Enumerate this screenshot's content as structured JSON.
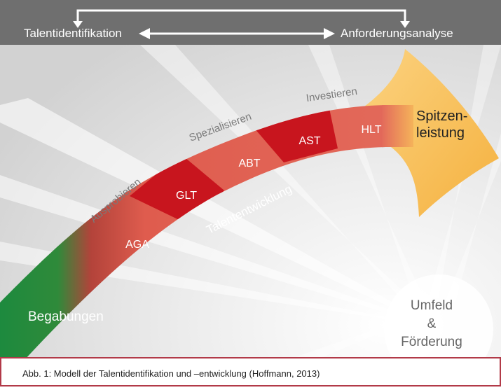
{
  "header": {
    "left_label": "Talentidentifikation",
    "right_label": "Anforderungsanalyse"
  },
  "stages": {
    "explore": "Ausprobieren",
    "specialize": "Spezialisieren",
    "invest": "Investieren"
  },
  "segments": {
    "aga": "AGA",
    "glt": "GLT",
    "abt": "ABT",
    "ast": "AST",
    "hlt": "HLT"
  },
  "arrow": {
    "start_label": "Begabungen",
    "center_label": "Talententwicklung",
    "end_label_line1": "Spitzen-",
    "end_label_line2": "leistung"
  },
  "environment": {
    "line1": "Umfeld",
    "line2": "&",
    "line3": "Förderung"
  },
  "caption": {
    "text": "Abb. 1: Modell der Talentidentifikation und –entwicklung (Hoffmann, 2013)"
  },
  "colors": {
    "top_bar": "#6f6f6f",
    "background": "#e8e8e8",
    "green": "#1d8a3e",
    "light_red": "#e06a5a",
    "dark_red": "#c8151e",
    "yellow": "#f8c35e",
    "caption_border": "#b23a48"
  }
}
